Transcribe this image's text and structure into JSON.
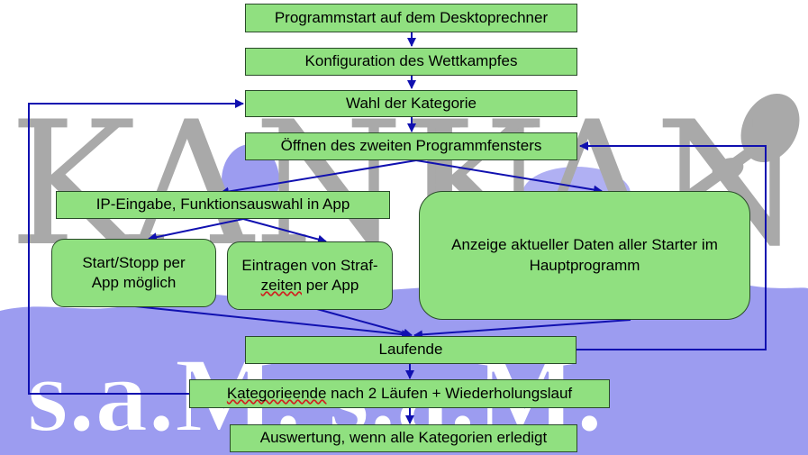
{
  "colors": {
    "box_fill": "#90e080",
    "box_border": "#2a4a2a",
    "arrow": "#1010b0",
    "watermark_gray": "#a9a9a9",
    "watermark_blue": "#9c9cf0"
  },
  "watermark": {
    "text_left": "KANU",
    "text_right": "KANU",
    "bottom_text": "s.a.M. s.a.M.",
    "icon": "kayak-paddle-icon"
  },
  "nodes": {
    "start": "Programmstart auf dem Desktoprechner",
    "config": "Konfiguration des Wettkampfes",
    "category": "Wahl der Kategorie",
    "second_window": "Öffnen des zweiten Programmfensters",
    "ip_input": "IP-Eingabe, Funktionsauswahl in App",
    "start_stop": "Start/Stopp per\nApp möglich",
    "penalty_prefix": "Eintragen von Straf-\n",
    "penalty_squiggle": "zeiten",
    "penalty_suffix": " per App",
    "display": "Anzeige aktueller Daten aller Starter im\nHauptprogramm",
    "run_end": "Laufende",
    "category_end_squiggle": "Kategorieende",
    "category_end_suffix": " nach 2 Läufen + Wiederholungslauf",
    "evaluation": "Auswertung, wenn alle Kategorien erledigt"
  }
}
